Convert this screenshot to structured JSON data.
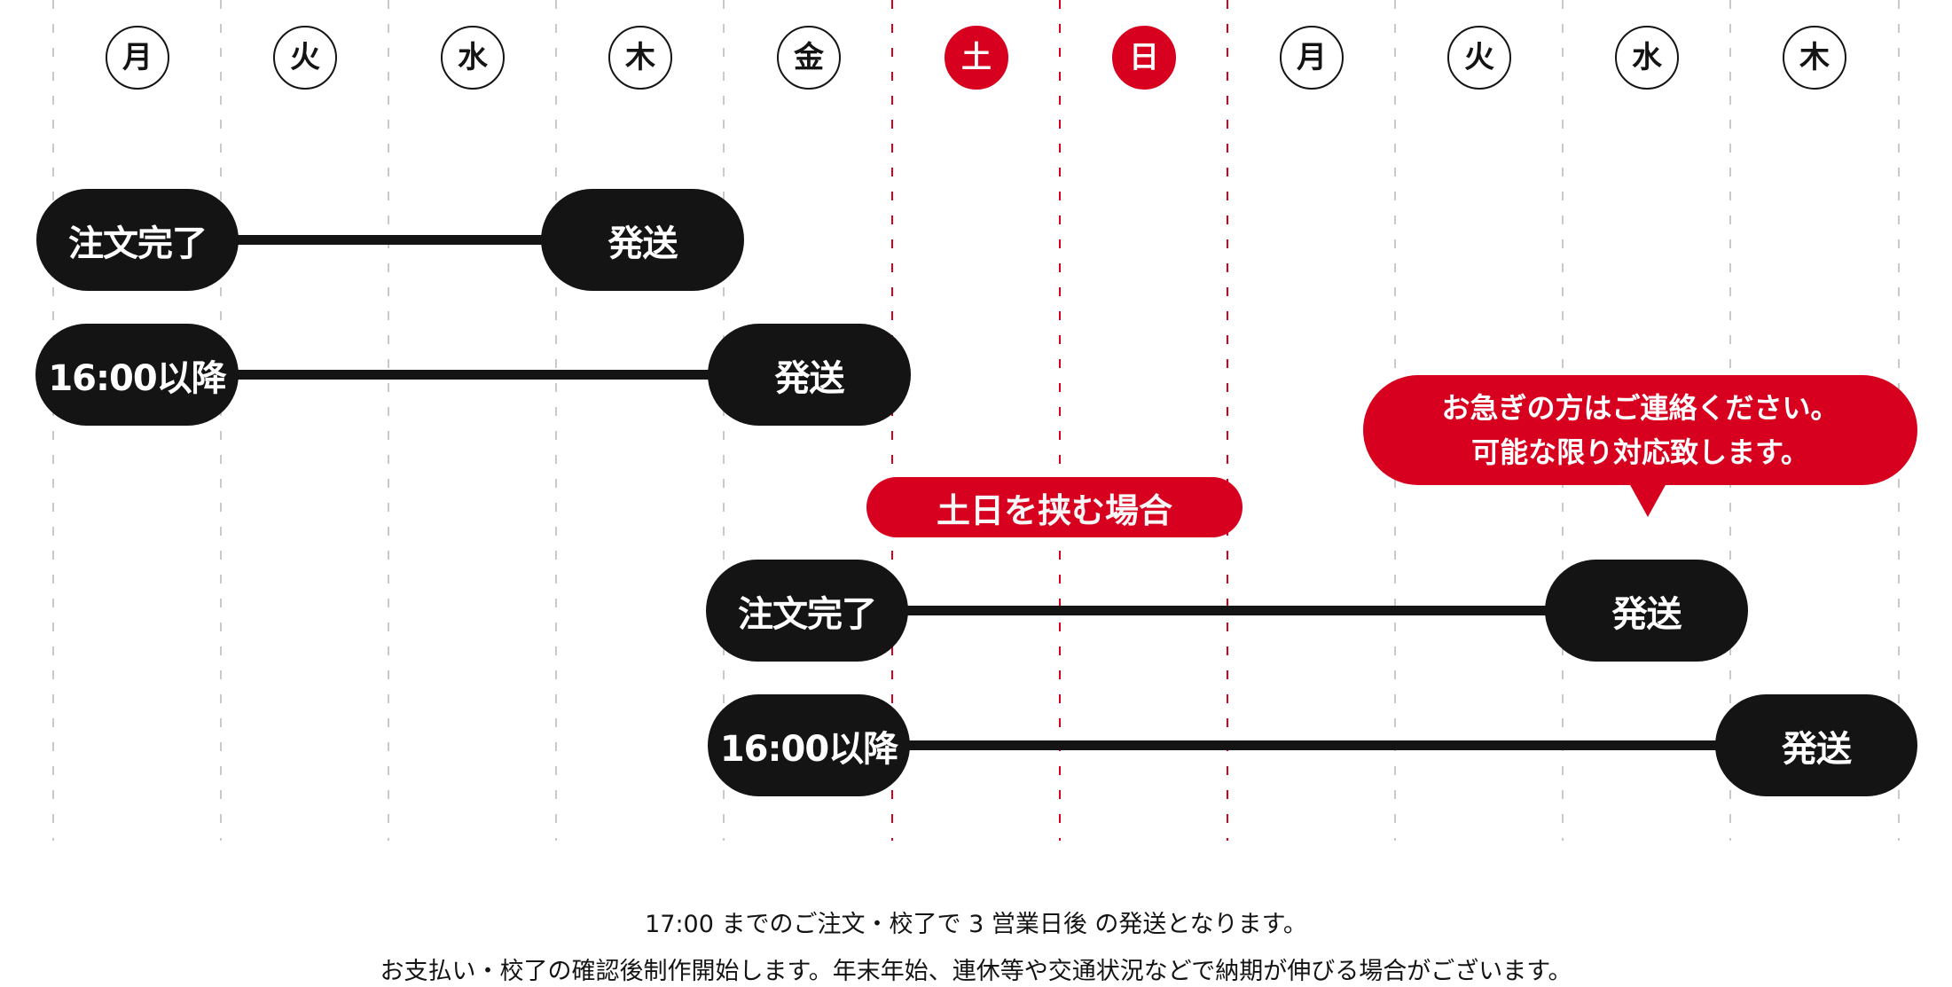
{
  "colors": {
    "accent_red": "#d7001e",
    "pill_black": "#141414",
    "grid_gray": "#c9c9c9"
  },
  "calendar": {
    "days": [
      {
        "label": "月",
        "holiday": false
      },
      {
        "label": "火",
        "holiday": false
      },
      {
        "label": "水",
        "holiday": false
      },
      {
        "label": "木",
        "holiday": false
      },
      {
        "label": "金",
        "holiday": false
      },
      {
        "label": "土",
        "holiday": true
      },
      {
        "label": "日",
        "holiday": true
      },
      {
        "label": "月",
        "holiday": false
      },
      {
        "label": "火",
        "holiday": false
      },
      {
        "label": "水",
        "holiday": false
      },
      {
        "label": "木",
        "holiday": false
      }
    ]
  },
  "weekday_case": {
    "row1": {
      "start_label": "注文完了",
      "end_label": "発送",
      "start_day_index": 0,
      "end_day_index": 3
    },
    "row2": {
      "start_label": "16:00以降",
      "end_label": "発送",
      "start_day_index": 0,
      "end_day_index": 4
    }
  },
  "weekend_case": {
    "tag_label": "土日を挟む場合",
    "row1": {
      "start_label": "注文完了",
      "end_label": "発送",
      "start_day_index": 4,
      "end_day_index": 9
    },
    "row2": {
      "start_label": "16:00以降",
      "end_label": "発送",
      "start_day_index": 4,
      "end_day_index": 10
    }
  },
  "callout": {
    "line1": "お急ぎの方はご連絡ください。",
    "line2": "可能な限り対応致します。"
  },
  "notes": {
    "line1": "17:00 までのご注文・校了で 3 営業日後 の発送となります。",
    "line2": "お支払い・校了の確認後制作開始します。年末年始、連休等や交通状況などで納期が伸びる場合がございます。"
  }
}
